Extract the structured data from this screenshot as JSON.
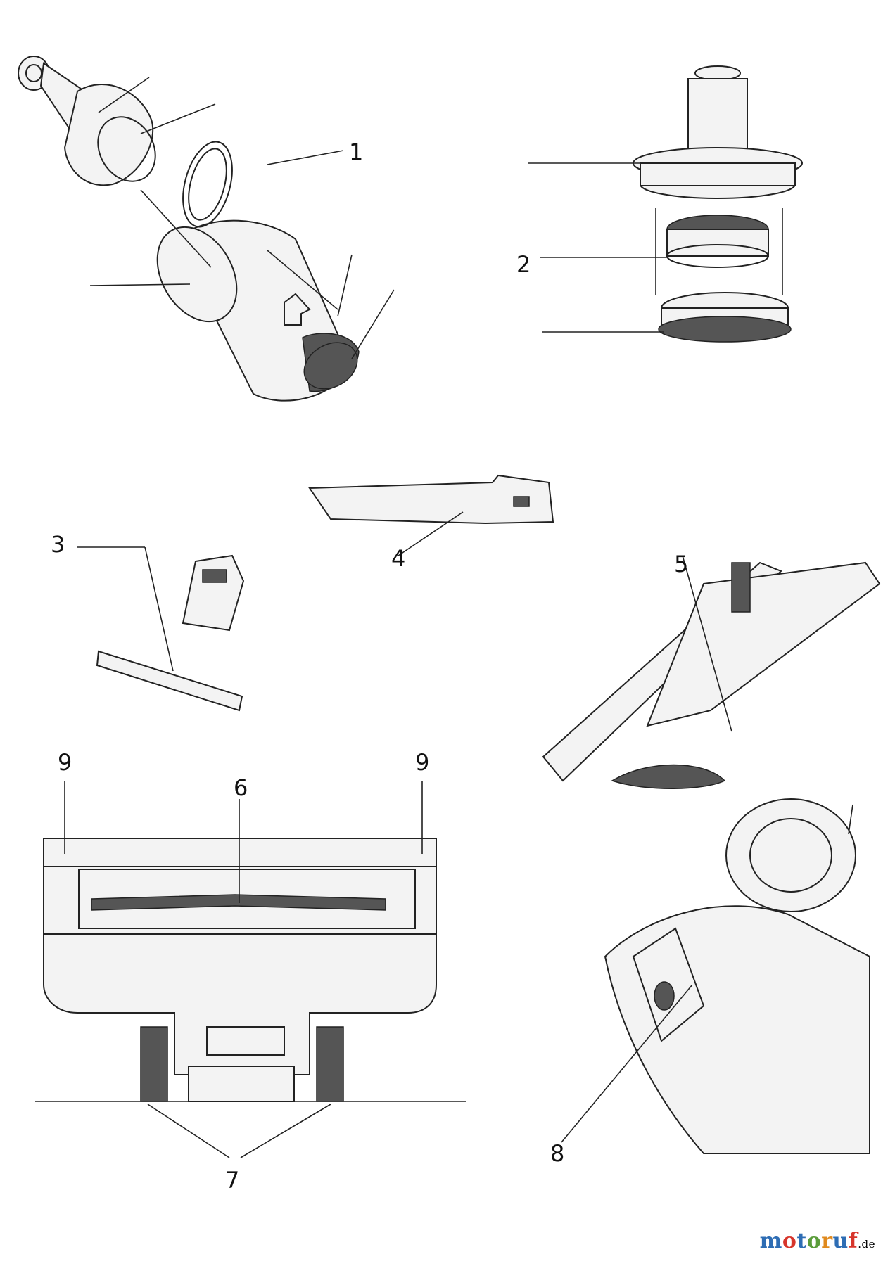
{
  "callouts": [
    {
      "id": "1",
      "label": "1"
    },
    {
      "id": "2",
      "label": "2"
    },
    {
      "id": "3",
      "label": "3"
    },
    {
      "id": "4",
      "label": "4"
    },
    {
      "id": "5",
      "label": "5"
    },
    {
      "id": "6",
      "label": "6"
    },
    {
      "id": "7",
      "label": "7"
    },
    {
      "id": "8",
      "label": "8"
    },
    {
      "id": "9a",
      "label": "9"
    },
    {
      "id": "9b",
      "label": "9"
    }
  ],
  "watermark": {
    "brand_letters": [
      "m",
      "o",
      "t",
      "o",
      "r",
      "u",
      "f"
    ],
    "brand_colors": [
      "#2e6db4",
      "#d7352b",
      "#2e6db4",
      "#5a9c3a",
      "#e08a1e",
      "#2e6db4",
      "#d7352b"
    ],
    "suffix": ".de"
  }
}
